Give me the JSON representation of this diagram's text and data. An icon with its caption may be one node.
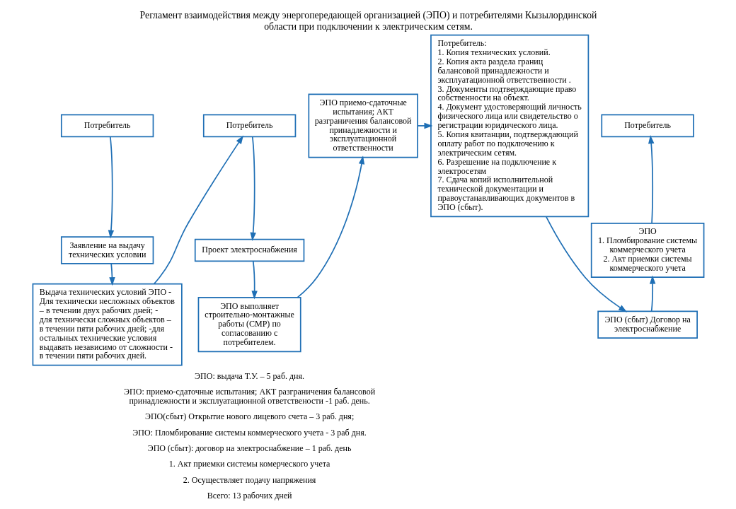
{
  "diagram": {
    "title": "Регламент взаимодействия между энергопередающей организацией (ЭПО) и потребителями Кызылординской области при подключении к электрическим сетям.",
    "nodes": [
      {
        "text": [
          "Потребитель"
        ]
      },
      {
        "text": [
          "Заявление на выдачу технических условии"
        ]
      },
      {
        "text": [
          "Выдача технических условий ЭПО - Для технически несложных объектов – в течении двух рабочих дней; - для технически сложных объектов – в течении пяти рабочих дней; -для остальных технические условия выдавать независимо от сложности - в течении пяти рабочих дней."
        ]
      },
      {
        "text": [
          "Потребитель"
        ]
      },
      {
        "text": [
          "Проект электроснабжения"
        ]
      },
      {
        "text": [
          "ЭПО выполняет строительно-монтажные работы (СМР) по согласованию с потребителем."
        ]
      },
      {
        "text": [
          "ЭПО приемо-сдаточные испытания; АКТ разграничения балансовой принадлежности и эксплуатационной ответственности"
        ]
      },
      {
        "text": [
          "Потребитель:",
          "1. Копия технических условий.",
          "2. Копия акта раздела границ балансовой принадлежности и эксплуатационной ответственности .",
          "3. Документы подтверждающие право собственности на объект.",
          "4. Документ удостоверяющий личность физического лица или свидетельство о регистрации юридического лица.",
          "5. Копия квитанции, подтверждающий оплату работ по подключению к электрическим сетям.",
          "6. Разрешение на подключение к электросетям",
          "7. Сдача копий исполнительной технической документации и правоустанавливающих документов в ЭПО (сбыт)."
        ]
      },
      {
        "text": [
          "Потребитель"
        ]
      },
      {
        "text": [
          "ЭПО",
          "1. Пломбирование системы коммерческого учета",
          "2. Акт приемки системы коммерческого учета"
        ]
      },
      {
        "text": [
          "ЭПО (сбыт) Договор на электроснабжение"
        ]
      }
    ],
    "edges": [
      {
        "from": 0,
        "to": 1,
        "arrow": "to"
      },
      {
        "from": 1,
        "to": 2,
        "arrow": "to"
      },
      {
        "from": 2,
        "to": 3,
        "arrow": "to"
      },
      {
        "from": 3,
        "to": 4,
        "arrow": "to"
      },
      {
        "from": 4,
        "to": 5,
        "arrow": "to"
      },
      {
        "from": 5,
        "to": 6,
        "arrow": "to"
      },
      {
        "from": 6,
        "to": 7,
        "arrow": "to"
      },
      {
        "from": 7,
        "to": 10,
        "arrow": "to"
      },
      {
        "from": 10,
        "to": 9,
        "arrow": "to"
      },
      {
        "from": 9,
        "to": 8,
        "arrow": "to"
      }
    ],
    "labels": [
      "ЭПО: выдача Т.У. – 5 раб. дня.",
      "ЭПО: приемо-сдаточные испытания; АКТ разграничения балансовой принадлежности и эксплуатационной ответствености -1 раб. день.",
      "ЭПО(сбыт) Открытие нового лицевого счета – 3 раб. дня;",
      "ЭПО: Пломбирование системы коммерческого учета - 3 раб дня.",
      "ЭПО (сбыт): договор на электроснабжение – 1 раб. день",
      "1. Акт приемки системы комерческого учета",
      "2. Осуществляет подачу напряжения",
      "Всего: 13 рабочих дней"
    ]
  }
}
